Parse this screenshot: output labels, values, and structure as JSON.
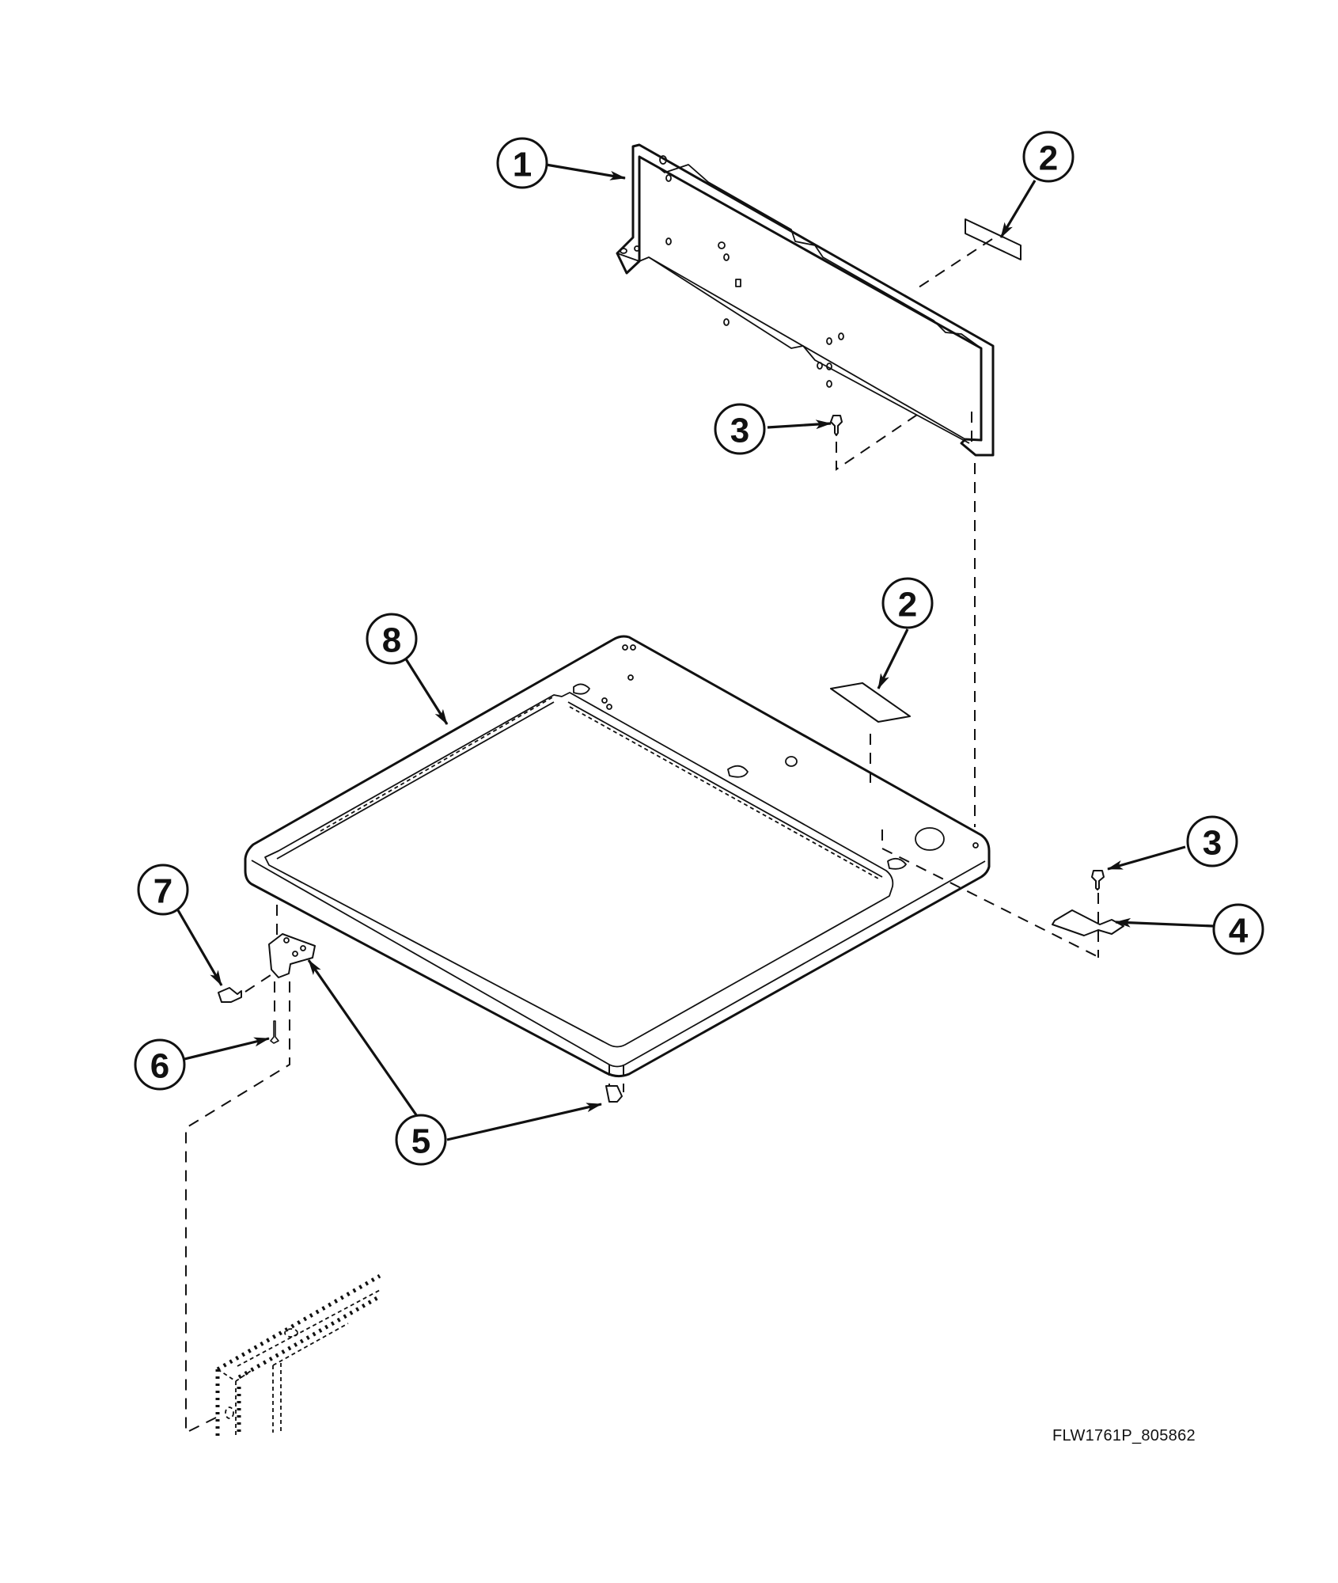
{
  "diagram": {
    "type": "exploded-parts-view",
    "drawing_id": "FLW1761P_805862",
    "background": "#ffffff",
    "ink_color": "#111111",
    "callouts": [
      {
        "id": "c1",
        "label": "1",
        "points_to": "control-panel-rear-bracket"
      },
      {
        "id": "c2a",
        "label": "2",
        "points_to": "label-on-rear-bracket"
      },
      {
        "id": "c3a",
        "label": "3",
        "points_to": "screw-rear-bracket"
      },
      {
        "id": "c2b",
        "label": "2",
        "points_to": "label-on-top-panel"
      },
      {
        "id": "c8",
        "label": "8",
        "points_to": "top-panel"
      },
      {
        "id": "c3b",
        "label": "3",
        "points_to": "screw-clip"
      },
      {
        "id": "c4",
        "label": "4",
        "points_to": "top-clip"
      },
      {
        "id": "c7",
        "label": "7",
        "points_to": "hinge-screw"
      },
      {
        "id": "c5",
        "label": "5",
        "points_to": "hinge-brackets"
      },
      {
        "id": "c6",
        "label": "6",
        "points_to": "hinge-pin"
      }
    ]
  }
}
